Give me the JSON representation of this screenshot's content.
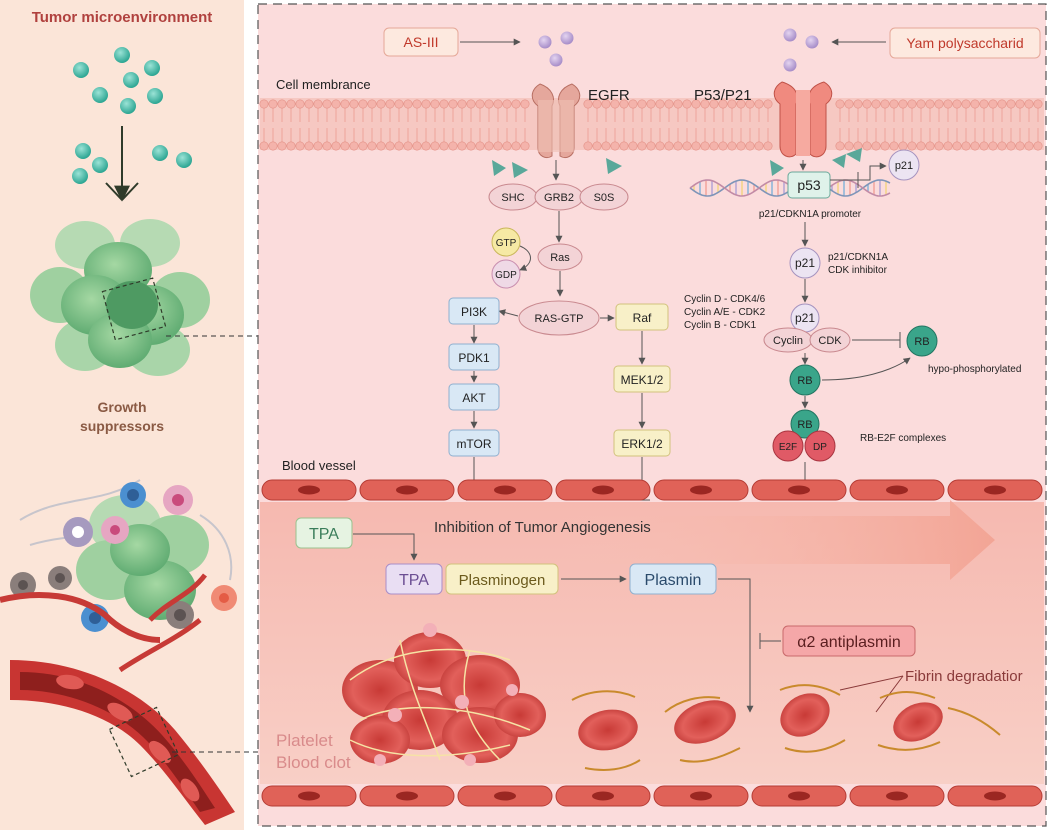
{
  "left_panel": {
    "title": "Tumor microenvironment",
    "growth_label_line1": "Growth",
    "growth_label_line2": "suppressors"
  },
  "membrane": {
    "label": "Cell membrance",
    "egfr_label": "EGFR",
    "p53p21_label": "P53/P21"
  },
  "agents": {
    "as3": "AS-III",
    "yam": "Yam polysaccharid"
  },
  "egfr_pathway": {
    "shc": "SHC",
    "grb2": "GRB2",
    "sos": "S0S",
    "gtp": "GTP",
    "gdp": "GDP",
    "ras": "Ras",
    "ras_gtp": "RAS-GTP",
    "pi3k": "PI3K",
    "pdk1": "PDK1",
    "akt": "AKT",
    "mtor": "mTOR",
    "raf": "Raf",
    "mek": "MEK1/2",
    "erk": "ERK1/2"
  },
  "p53_pathway": {
    "p53": "p53",
    "p21_top": "p21",
    "promoter": "p21/CDKN1A promoter",
    "p21_mid": "p21",
    "inhibitor_line1": "p21/CDKN1A",
    "inhibitor_line2": "CDK inhibitor",
    "cyclin_line1": "Cyclin D - CDK4/6",
    "cyclin_line2": "Cyclin A/E - CDK2",
    "cyclin_line3": "Cyclin B - CDK1",
    "p21_complex": "p21",
    "cyclin": "Cyclin",
    "cdk": "CDK",
    "rb_right": "RB",
    "hypo": "hypo-phosphorylated",
    "rb_mid": "RB",
    "rb_low": "RB",
    "e2f": "E2F",
    "dp": "DP",
    "complexes": "RB-E2F complexes"
  },
  "vessel": {
    "label": "Blood vessel",
    "inhibition": "Inhibition of Tumor Angiogenesis",
    "tpa_top": "TPA",
    "tpa": "TPA",
    "plasminogen": "Plasminogen",
    "plasmin": "Plasmin",
    "antiplasmin": "α2 antiplasmin",
    "fibrin": "Fibrin degradatior",
    "platelet_line1": "Platelet",
    "platelet_line2": "Blood clot"
  },
  "colors": {
    "left_bg": "#fbe3d6",
    "main_bg": "#fbdcdc",
    "title_red": "#b0413e",
    "teal": "#49b9a8",
    "green_node": "#3aa58a",
    "blue_box": "#d9e8f5",
    "yellow_box": "#f8f0c8",
    "red_cell": "#d9504c"
  }
}
